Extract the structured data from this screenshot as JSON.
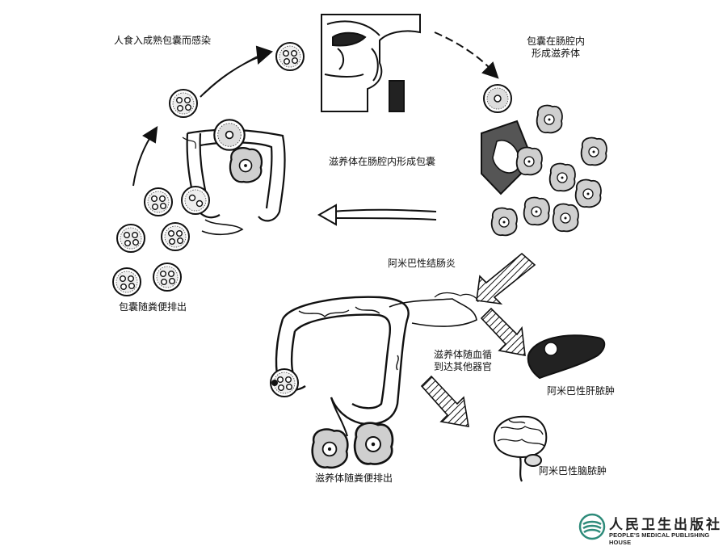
{
  "labels": {
    "ingest": "人食入成熟包囊而感染",
    "excyst_line1": "包囊在肠腔内",
    "excyst_line2": "形成滋养体",
    "encyst": "滋养体在肠腔内形成包囊",
    "cyst_excreted": "包囊随粪便排出",
    "colitis": "阿米巴性结肠炎",
    "spread_line1": "滋养体随血循",
    "spread_line2": "到达其他器官",
    "liver_abscess": "阿米巴性肝脓肿",
    "troph_excreted": "滋养体随粪便排出",
    "brain_abscess": "阿米巴性脑脓肿"
  },
  "publisher": {
    "name_cn": "人民卫生出版社",
    "name_en": "PEOPLE'S MEDICAL PUBLISHING HOUSE",
    "logo_color": "#2e8b7a"
  },
  "colors": {
    "ink": "#111111",
    "background": "#ffffff"
  }
}
